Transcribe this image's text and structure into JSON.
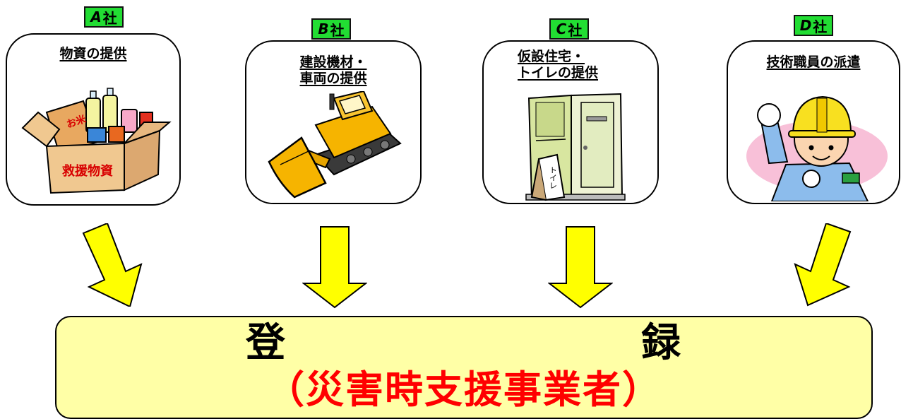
{
  "companies": [
    {
      "letter": "A",
      "suffix": "社",
      "title_lines": [
        "物資の提供"
      ],
      "illustration": "relief-supplies-box-illustration",
      "box_text_1": "お米",
      "box_text_2": "救援物資"
    },
    {
      "letter": "B",
      "suffix": "社",
      "title_lines": [
        "建設機材・",
        "車両の提供"
      ],
      "illustration": "bulldozer-illustration"
    },
    {
      "letter": "C",
      "suffix": "社",
      "title_lines": [
        "仮設住宅・",
        "トイレの提供"
      ],
      "illustration": "portable-toilet-illustration",
      "sign_text": "トイレ"
    },
    {
      "letter": "D",
      "suffix": "社",
      "title_lines": [
        "技術職員の派遣"
      ],
      "illustration": "engineer-hardhat-illustration"
    }
  ],
  "registration": {
    "char_left": "登",
    "char_right": "録",
    "subtitle": "（災害時支援事業者）"
  },
  "colors": {
    "tag_green": "#22dd33",
    "arrow_yellow": "#ffff00",
    "box_fill": "#ffffa6",
    "subtitle_red": "#ff0000"
  }
}
